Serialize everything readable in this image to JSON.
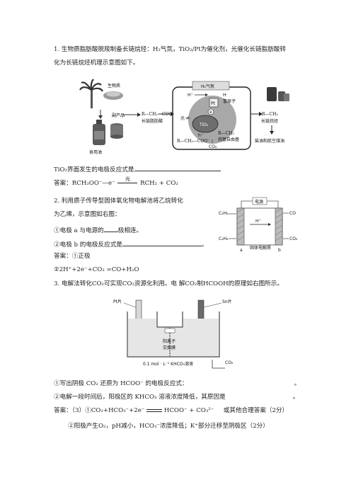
{
  "q1": {
    "line1": "1. 生物质脂肪酸脱羧制备长链烷烃：H₂气氛，TiO₂/Pt为催化剂，光催化长链脂肪酸转",
    "line2": "化为长链烷烃机理示意图如下。",
    "fig": {
      "biomass": "生物质",
      "byproduct": "副产品",
      "fatty_acid_formula": "R—CH₂—COOH",
      "fatty_acid_name": "长链脂肪酸",
      "edible_oil": "食用油",
      "h2_atmosphere": "H₂气氛",
      "h_plus": "H⁺",
      "h_atom_sym": "H·",
      "h_atom": "氢原子",
      "pt": "Pt",
      "electron": "e",
      "light": "光",
      "tio2": "TiO₂",
      "hole": "h⁺",
      "rcoo": "R—CH₂—COO⁻",
      "radical": "R—CH₂",
      "radical_label": "烷基自由基",
      "co2": "CO₂",
      "alkane_formula": "R—CH₃",
      "alkane_name": "长链烷烃",
      "fuel": "柴油和航空煤油"
    },
    "prompt": "TiO₂界面发生的电极反应式是",
    "answer_label": "答案：",
    "answer_left": "RCH₂OO⁻—e⁻",
    "answer_cond": "光",
    "answer_right": "RCH₂ + CO₂"
  },
  "q2": {
    "line1": "2. 利用质子传导型固体氧化物电解池将乙烷转化",
    "line2": "为乙烯，示意图如右图：",
    "sub1_prefix": "①电极 a 与电源的",
    "sub1_suffix": "极相连。",
    "sub2": "②电极 b 的电极反应式是",
    "sub2_end": "。",
    "answer1": "答案：①正极",
    "answer2": "②2H⁺+2e⁻+CO₂ =CO+H₂O",
    "fig": {
      "power": "电源",
      "c2h6": "C₂H₆",
      "c2h4": "C₂H₄",
      "hplus": "H⁺",
      "co": "CO",
      "co2": "CO₂",
      "a": "a",
      "b": "b",
      "electrolyte": "固体电解质"
    }
  },
  "q3": {
    "line1": "3. 电解法转化CO₂可实现CO₂资源化利用。电 解CO₂制HCOOH的原理如右图所示。",
    "fig": {
      "pt": "Pt片",
      "sn": "Sn片",
      "membrane1": "阳离子",
      "membrane2": "交换膜",
      "solution": "0.1 mol · L⁻¹ KHCO₃溶液",
      "co2": "CO₂"
    },
    "sub1": "①写出阴极 CO₂ 还原为 HCOO⁻ 的电极反应式：",
    "sub1_end": "。",
    "sub2": "②电解一段时间后，阳极区的 KHCO₃ 溶液浓度降低，其原因是",
    "sub2_end": "。",
    "answer1_prefix": "答案：（3）①CO₂+HCO₃⁻+2e⁻",
    "answer1_right": "HCOO⁻ + CO₃²⁻",
    "answer1_suffix": "或其他合理答案（2分）",
    "answer2": "②阳极产生O₂，pH减小，HCO₃⁻浓度降低；K⁺部分迁移至阴极区（2分）"
  }
}
